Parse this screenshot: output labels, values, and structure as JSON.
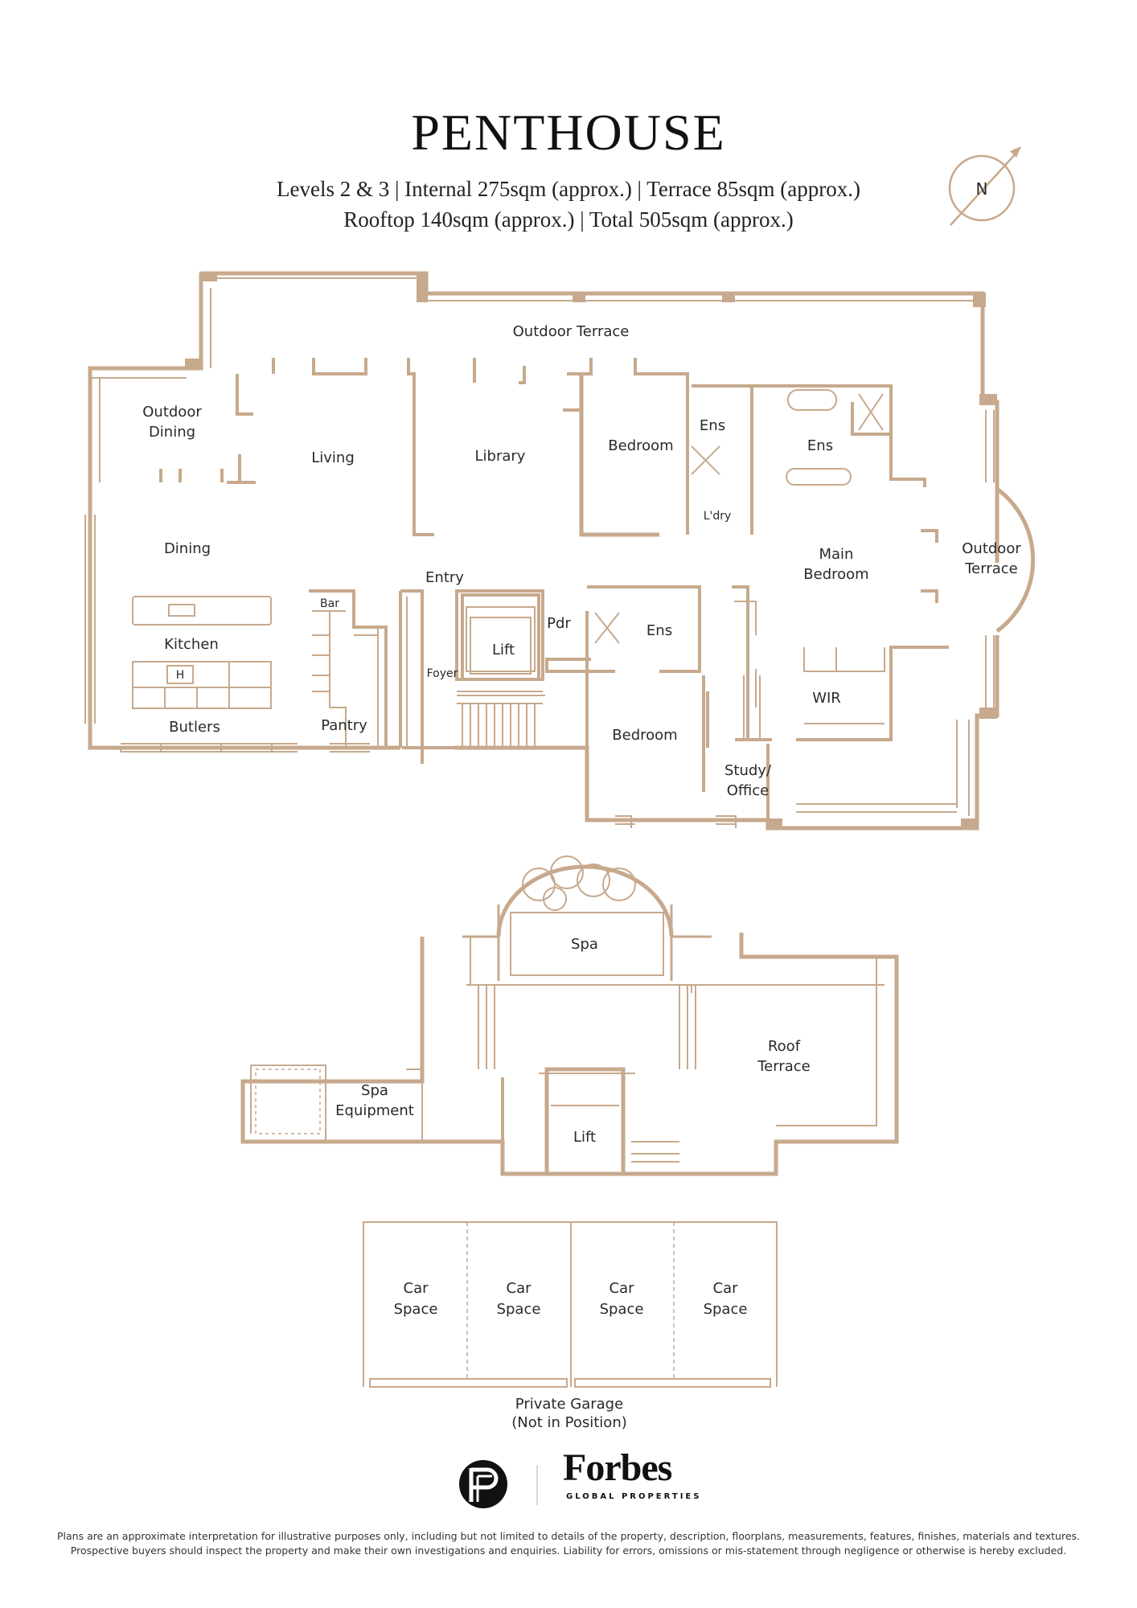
{
  "header": {
    "title": "PENTHOUSE",
    "line1": "Levels 2 & 3 | Internal 275sqm (approx.) | Terrace 85sqm (approx.)",
    "line2": "Rooftop 140sqm (approx.) | Total 505sqm (approx.)"
  },
  "compass": {
    "label": "N",
    "icon": "compass-north-icon"
  },
  "level_plan": {
    "rooms": {
      "outdoor_terrace_top": "Outdoor Terrace",
      "outdoor_dining_1": "Outdoor",
      "outdoor_dining_2": "Dining",
      "living": "Living",
      "library": "Library",
      "bedroom_1": "Bedroom",
      "ens_1": "Ens",
      "ens_main": "Ens",
      "laundry": "L'dry",
      "dining": "Dining",
      "entry": "Entry",
      "main_bedroom_1": "Main",
      "main_bedroom_2": "Bedroom",
      "outdoor_terrace_right_1": "Outdoor",
      "outdoor_terrace_right_2": "Terrace",
      "bar": "Bar",
      "pdr": "Pdr",
      "ens_2": "Ens",
      "kitchen": "Kitchen",
      "hob": "H",
      "lift": "Lift",
      "foyer": "Foyer",
      "wir": "WIR",
      "butlers": "Butlers",
      "pantry": "Pantry",
      "bedroom_2": "Bedroom",
      "study_1": "Study/",
      "study_2": "Office"
    }
  },
  "roof_plan": {
    "rooms": {
      "spa": "Spa",
      "roof_terrace_1": "Roof",
      "roof_terrace_2": "Terrace",
      "spa_equipment_1": "Spa",
      "spa_equipment_2": "Equipment",
      "lift": "Lift"
    }
  },
  "garage": {
    "spaces": [
      {
        "line1": "Car",
        "line2": "Space"
      },
      {
        "line1": "Car",
        "line2": "Space"
      },
      {
        "line1": "Car",
        "line2": "Space"
      },
      {
        "line1": "Car",
        "line2": "Space"
      }
    ],
    "caption1": "Private Garage",
    "caption2": "(Not in Position)"
  },
  "logos": {
    "brand_icon": "pp-monogram-logo",
    "forbes": "Forbes",
    "forbes_sub": "GLOBAL PROPERTIES"
  },
  "disclaimer": {
    "line1": "Plans are an approximate interpretation for illustrative purposes only, including but not limited to details of the property, description, floorplans, measurements, features, finishes, materials and textures.",
    "line2": "Prospective buyers should inspect the property and make their own investigations and enquiries. Liability for errors, omissions or mis-statement through negligence or otherwise is hereby excluded."
  },
  "colors": {
    "wall": "#c7a98d",
    "text": "#1a1a1a"
  }
}
